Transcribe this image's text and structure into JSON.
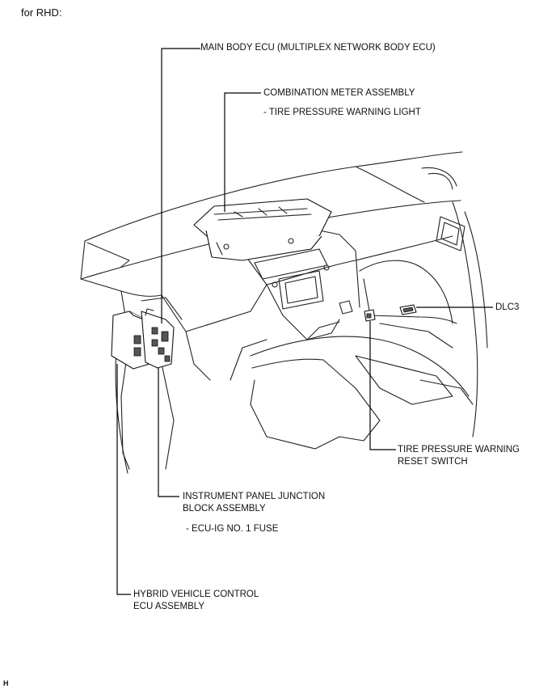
{
  "header": "for RHD:",
  "labels": {
    "main_body_ecu": "MAIN BODY ECU (MULTIPLEX NETWORK BODY ECU)",
    "combination_meter": "COMBINATION METER ASSEMBLY",
    "tire_warning_light": "- TIRE PRESSURE WARNING LIGHT",
    "dlc3": "DLC3",
    "tire_reset_switch_line1": "TIRE PRESSURE WARNING",
    "tire_reset_switch_line2": "RESET SWITCH",
    "junction_block_line1": "INSTRUMENT PANEL JUNCTION",
    "junction_block_line2": "BLOCK ASSEMBLY",
    "ecu_ig_fuse": "- ECU-IG NO. 1 FUSE",
    "hybrid_ecu_line1": "HYBRID VEHICLE CONTROL",
    "hybrid_ecu_line2": "ECU ASSEMBLY"
  },
  "figure_code": "H"
}
